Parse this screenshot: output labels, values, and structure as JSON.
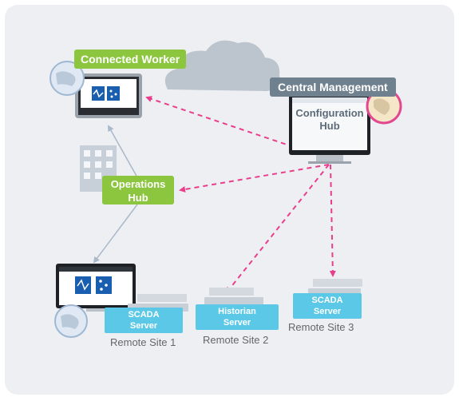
{
  "labels": {
    "connected_worker": "Connected Worker",
    "central_management": "Central Management",
    "configuration_hub_line1": "Configuration",
    "configuration_hub_line2": "Hub",
    "operations_hub_line1": "Operations",
    "operations_hub_line2": "Hub",
    "scada_server_line1": "SCADA",
    "scada_server_line2": "Server",
    "historian_server_line1": "Historian",
    "historian_server_line2": "Server",
    "scada_server3_line1": "SCADA",
    "scada_server3_line2": "Server"
  },
  "sites": {
    "site1": "Remote Site 1",
    "site2": "Remote Site 2",
    "site3": "Remote Site 3"
  },
  "colors": {
    "panel_bg": "#eeeff3",
    "tag_green": "#8cc63f",
    "tag_dark": "#6f808e",
    "server_blue": "#5bc8e8",
    "arrow_pink": "#e83e8c",
    "arrow_gray": "#a9b9c9"
  },
  "icons": [
    "cloud-icon",
    "building-icon",
    "monitor-icon",
    "globe-icon",
    "server-rack-icon",
    "map-icon"
  ]
}
